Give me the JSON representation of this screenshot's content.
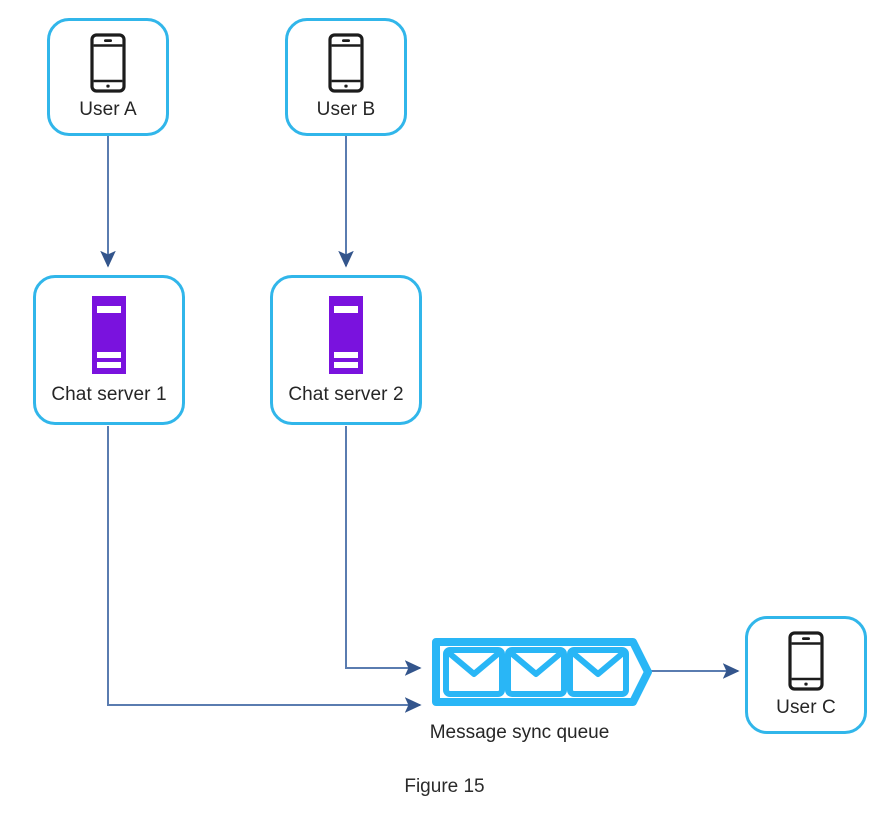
{
  "figure": {
    "caption": "Figure 15",
    "title": "Message sync queue"
  },
  "colors": {
    "node_border": "#31b6ea",
    "queue_accent": "#29b6f6",
    "server_body": "#7a12de",
    "edge_line": "#5a7cb0",
    "text": "#262626",
    "background": "#ffffff"
  },
  "nodes": [
    {
      "id": "user-a",
      "label": "User A",
      "icon": "smartphone-icon",
      "type": "user"
    },
    {
      "id": "user-b",
      "label": "User B",
      "icon": "smartphone-icon",
      "type": "user"
    },
    {
      "id": "chat-1",
      "label": "Chat server 1",
      "icon": "server-icon",
      "type": "server"
    },
    {
      "id": "chat-2",
      "label": "Chat server 2",
      "icon": "server-icon",
      "type": "server"
    },
    {
      "id": "user-c",
      "label": "User C",
      "icon": "smartphone-icon",
      "type": "user"
    }
  ],
  "queue": {
    "label": "Message sync queue",
    "icon": "envelope-icon",
    "message_count": 3
  },
  "edges": [
    {
      "from": "user-a",
      "to": "chat-1",
      "style": "straight-down"
    },
    {
      "from": "user-b",
      "to": "chat-2",
      "style": "straight-down"
    },
    {
      "from": "chat-1",
      "to": "queue",
      "style": "down-then-right"
    },
    {
      "from": "chat-2",
      "to": "queue",
      "style": "down-then-right"
    },
    {
      "from": "queue",
      "to": "user-c",
      "style": "straight-right"
    }
  ]
}
